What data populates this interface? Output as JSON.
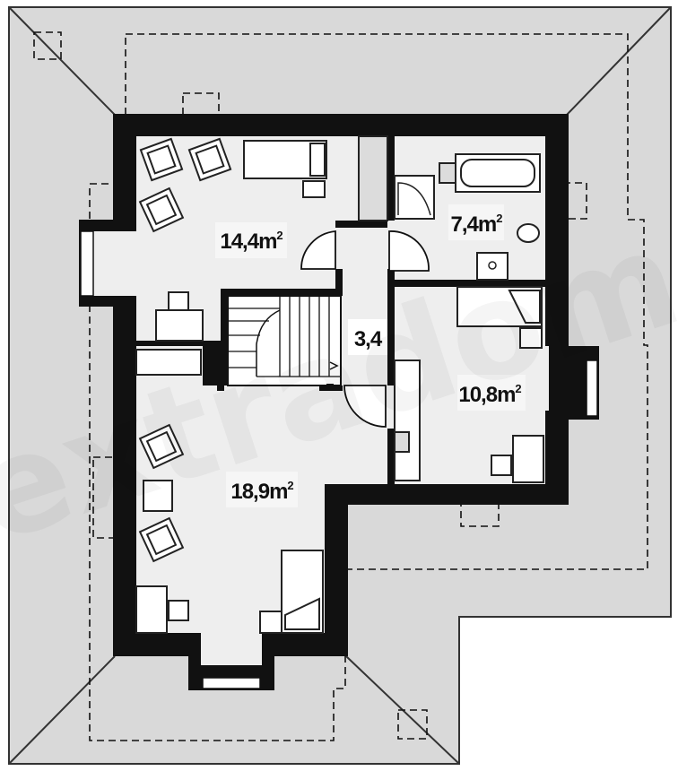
{
  "floor_plan": {
    "rooms": [
      {
        "id": "room-nw",
        "area": "14,4",
        "unit": "m",
        "exponent": "2"
      },
      {
        "id": "room-bath",
        "area": "7,4",
        "unit": "m",
        "exponent": "2"
      },
      {
        "id": "room-hall",
        "area": "3,4",
        "unit": "",
        "exponent": ""
      },
      {
        "id": "room-east",
        "area": "10,8",
        "unit": "m",
        "exponent": "2"
      },
      {
        "id": "room-south",
        "area": "18,9",
        "unit": "m",
        "exponent": "2"
      }
    ],
    "watermark": "extradom",
    "colors": {
      "roof": "#d9d9d9",
      "floor": "#eeeeee",
      "wall": "#111111",
      "furniture": "#ffffff"
    }
  }
}
